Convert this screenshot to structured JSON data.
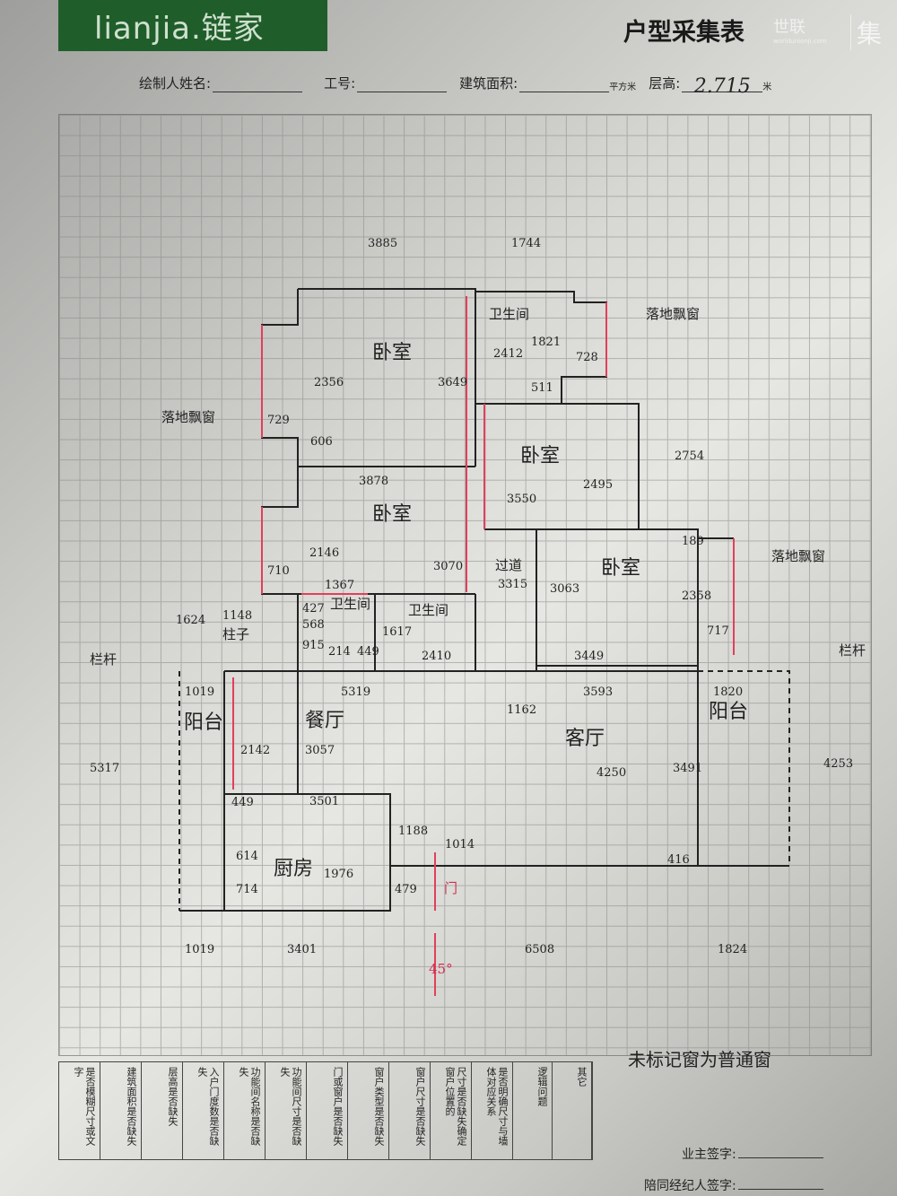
{
  "header": {
    "logo": "lianjia.链家",
    "title": "户型采集表",
    "brand": "世联",
    "brand_url": "worldunionji.com",
    "brand_char": "集"
  },
  "fields": {
    "drawer_label": "绘制人姓名:",
    "id_label": "工号:",
    "area_label": "建筑面积:",
    "area_unit": "平方米",
    "height_label": "层高:",
    "height_value": "2.715",
    "height_unit": "米"
  },
  "rooms": {
    "bedroom1": "卧室",
    "bedroom2": "卧室",
    "bedroom3": "卧室",
    "bedroom4": "卧室",
    "bath1": "卫生间",
    "bath2": "卫生间",
    "bath3": "卫生间",
    "corridor": "过道",
    "dining": "餐厅",
    "living": "客厅",
    "kitchen": "厨房",
    "balcony_left": "阳台",
    "balcony_right": "阳台",
    "pillar": "柱子",
    "door": "门",
    "rail_left": "栏杆",
    "rail_right": "栏杆",
    "bay1": "落地飘窗",
    "bay2": "落地飘窗",
    "bay3": "落地飘窗",
    "angle": "45°"
  },
  "dims": [
    "3885",
    "1744",
    "1821",
    "728",
    "511",
    "2412",
    "3649",
    "2356",
    "729",
    "606",
    "3878",
    "2754",
    "2495",
    "3550",
    "3070",
    "2146",
    "710",
    "1367",
    "1624",
    "1148",
    "427",
    "568",
    "915",
    "214",
    "449",
    "1617",
    "2410",
    "3315",
    "3063",
    "2358",
    "189",
    "717",
    "3449",
    "1019",
    "5319",
    "1162",
    "3593",
    "1820",
    "2142",
    "3057",
    "4250",
    "3491",
    "4253",
    "5317",
    "449",
    "3501",
    "1188",
    "1014",
    "614",
    "1976",
    "479",
    "714",
    "416",
    "1019",
    "3401",
    "6508",
    "1824"
  ],
  "note": "未标记窗为普通窗",
  "checklist": [
    "是否模糊尺寸或文字",
    "建筑面积是否缺失",
    "层高是否缺失",
    "入户门度数是否缺失",
    "功能间名称是否缺失",
    "功能间尺寸是否缺失",
    "门或窗户是否缺失",
    "窗户类型是否缺失",
    "窗户尺寸是否缺失",
    "尺寸是否缺失确定窗户位置的",
    "是否明确尺寸与墙体对应关系",
    "逻辑问题",
    "其它"
  ],
  "signatures": {
    "owner": "业主签字:",
    "agent": "陪同经纪人签字:"
  }
}
